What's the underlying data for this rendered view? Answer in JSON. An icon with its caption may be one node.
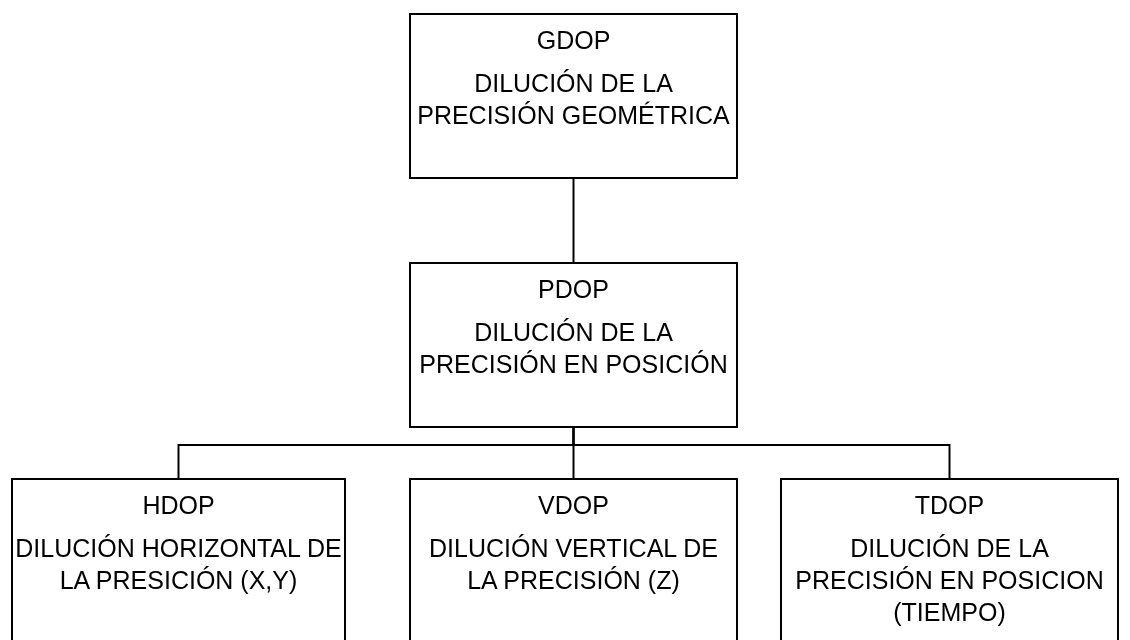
{
  "diagram": {
    "nodes": [
      {
        "text": [
          "GDOP",
          "DILUCIÓN DE LA PRECISIÓN GEOMÉTRICA"
        ]
      },
      {
        "text": [
          "PDOP",
          "DILUCIÓN DE LA PRECISIÓN EN POSICIÓN"
        ]
      },
      {
        "text": [
          "HDOP",
          "DILUCIÓN HORIZONTAL DE LA PRESICIÓN (X,Y)"
        ]
      },
      {
        "text": [
          "VDOP",
          "DILUCIÓN VERTICAL DE LA PRECISIÓN (Z)"
        ]
      },
      {
        "text": [
          "TDOP",
          "DILUCIÓN DE LA PRECISIÓN EN POSICION (TIEMPO)"
        ]
      }
    ],
    "edges": [
      {
        "from": 0,
        "to": 1,
        "arrow": "none"
      },
      {
        "from": 1,
        "to": 2,
        "arrow": "none"
      },
      {
        "from": 1,
        "to": 3,
        "arrow": "none"
      },
      {
        "from": 1,
        "to": 4,
        "arrow": "none"
      }
    ]
  }
}
